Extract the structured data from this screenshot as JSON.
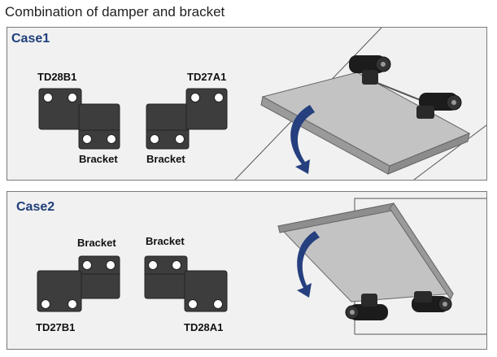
{
  "title": "Combination of damper and bracket",
  "case1": {
    "label": "Case1",
    "left_part": "TD28B1",
    "left_bracket": "Bracket",
    "right_part": "TD27A1",
    "right_bracket": "Bracket"
  },
  "case2": {
    "label": "Case2",
    "left_bracket": "Bracket",
    "left_part": "TD27B1",
    "right_bracket": "Bracket",
    "right_part": "TD28A1"
  },
  "colors": {
    "plate": "#3d3d3d",
    "panel_bg": "#f1f1f1",
    "lid": "#c3c3c3",
    "arrow": "#253f7f",
    "case_label": "#1f3f7a"
  }
}
